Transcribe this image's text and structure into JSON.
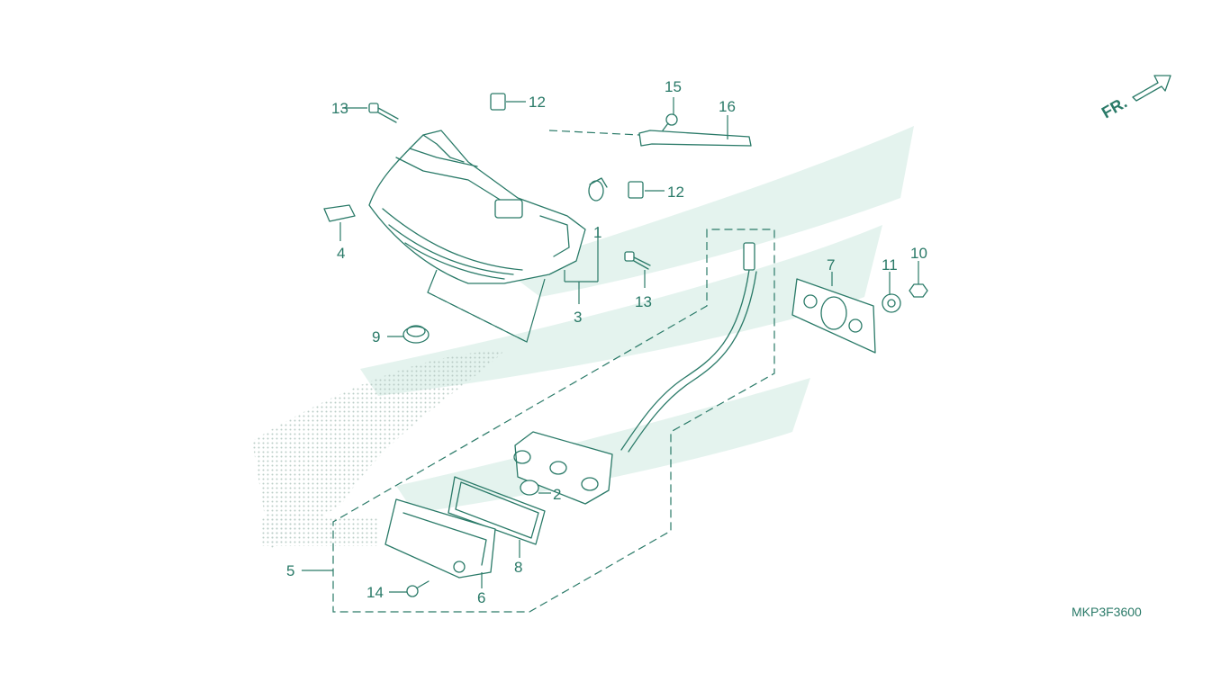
{
  "diagram": {
    "reference_code": "MKP3F3600",
    "front_indicator": "FR.",
    "callouts": {
      "c1": "1",
      "c2": "2",
      "c3": "3",
      "c4": "4",
      "c5": "5",
      "c6": "6",
      "c7": "7",
      "c8": "8",
      "c9": "9",
      "c10": "10",
      "c11": "11",
      "c12a": "12",
      "c12b": "12",
      "c13a": "13",
      "c13b": "13",
      "c14": "14",
      "c15": "15",
      "c16": "16"
    }
  },
  "colors": {
    "line": "#2a7a68",
    "watermark": "#e4f3ee",
    "background": "#ffffff"
  }
}
